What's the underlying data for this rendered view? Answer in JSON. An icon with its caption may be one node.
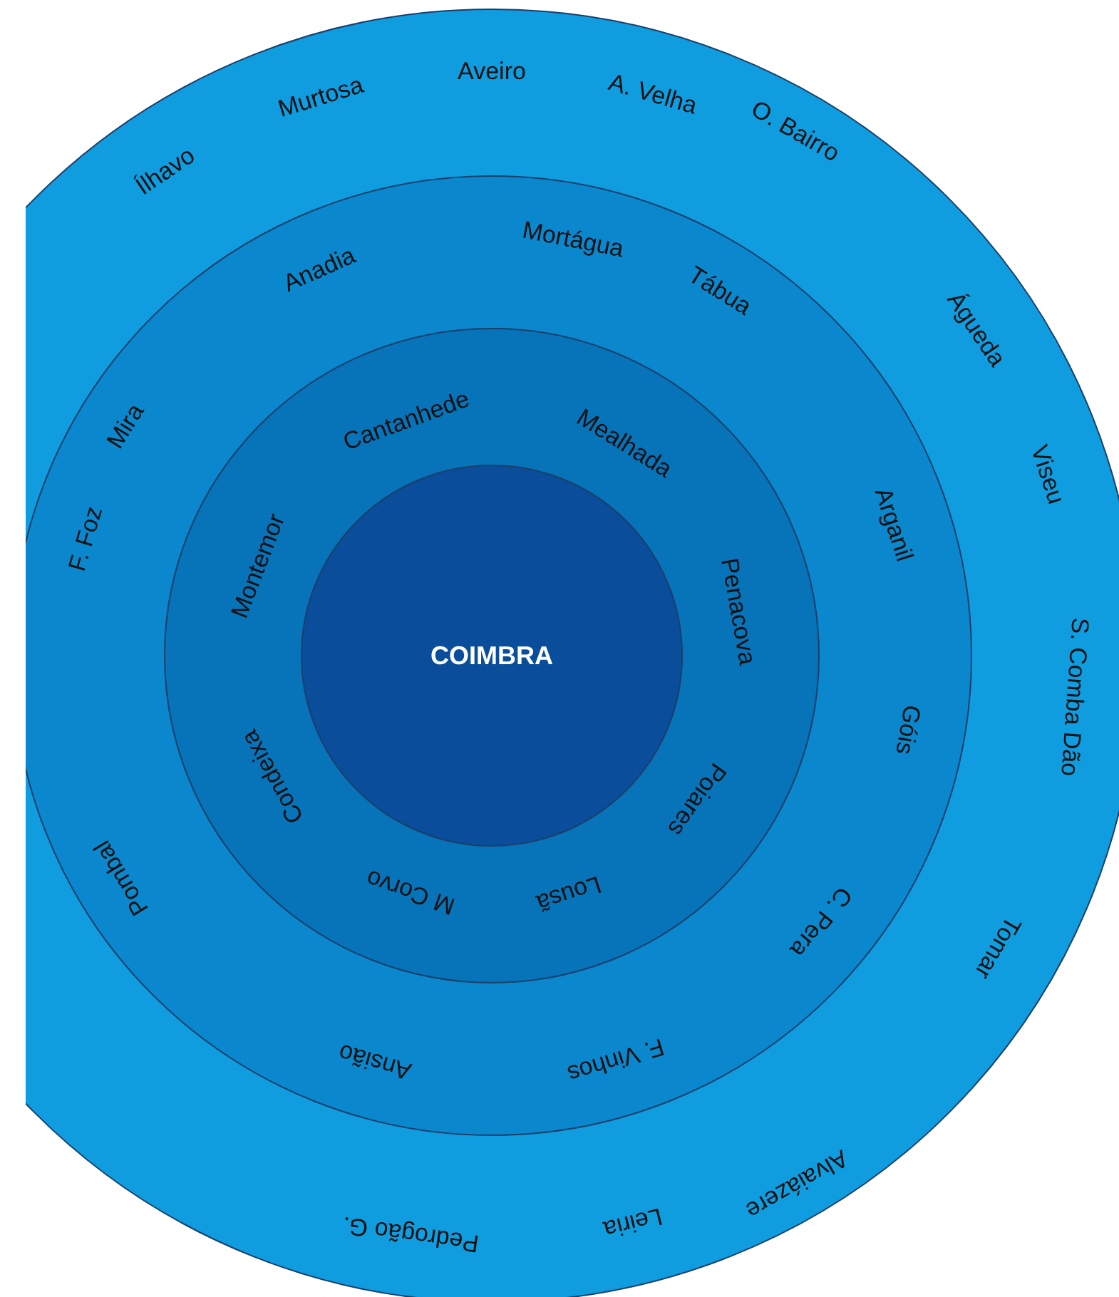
{
  "diagram": {
    "nodes": [
      {
        "text": [
          "Ílhavo",
          "Murtosa",
          "Aveiro",
          "A. Velha",
          "O. Bairro",
          "Águeda",
          "Viseu",
          "S. Comba Dão",
          "Tomar",
          "Alvaiázere",
          "Leiria",
          "Pedrogão G."
        ]
      },
      {
        "text": [
          "F. Foz",
          "Mira",
          "Anadia",
          "Mortágua",
          "Tábua",
          "Arganil",
          "Góis",
          "C. Pera",
          "F. Vinhos",
          "Ansião",
          "Pombal"
        ],
        "in": 0
      },
      {
        "text": [
          "Montemor",
          "Cantanhede",
          "Mealhada",
          "Penacova",
          "Poiares",
          "Lousã",
          "M Corvo",
          "Condeixa"
        ],
        "in": 1
      },
      {
        "text": [
          "COIMBRA"
        ],
        "in": 2
      }
    ]
  }
}
